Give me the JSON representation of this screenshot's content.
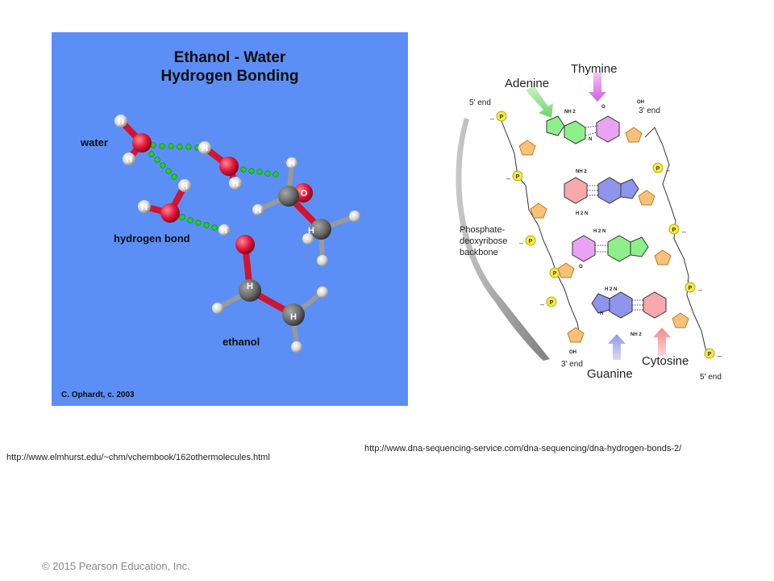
{
  "ethanol_panel": {
    "title_line1": "Ethanol - Water",
    "title_line2": "Hydrogen Bonding",
    "label_water": "water",
    "label_hbond": "hydrogen bond",
    "label_ethanol": "ethanol",
    "credit": "C. Ophardt, c. 2003",
    "atom_h": "H",
    "atom_o": "O"
  },
  "dna_panel": {
    "adenine": "Adenine",
    "thymine": "Thymine",
    "guanine": "Guanine",
    "cytosine": "Cytosine",
    "five_end": "5' end",
    "three_end": "3' end",
    "backbone_line1": "Phosphate-",
    "backbone_line2": "deoxyribose",
    "backbone_line3": "backbone",
    "phosphate": "P",
    "nh2": "NH 2",
    "h2n": "H 2 N",
    "oh": "OH",
    "n": "N",
    "o": "O",
    "h": "H",
    "minus": "–"
  },
  "urls": {
    "left": "http://www.elmhurst.edu/~chm/vchembook/162othermolecules.html",
    "right": "http://www.dna-sequencing-service.com/dna-sequencing/dna-hydrogen-bonds-2/"
  },
  "copyright": "© 2015 Pearson Education, Inc."
}
